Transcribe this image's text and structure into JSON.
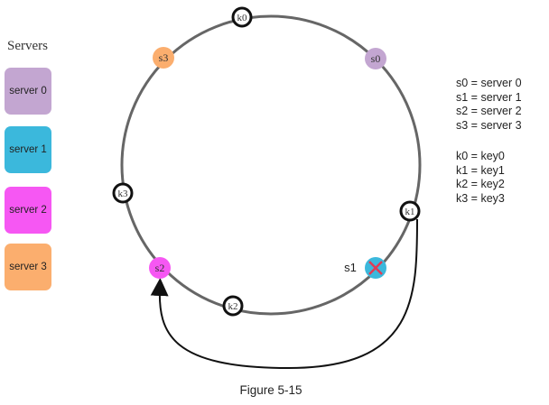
{
  "sidebar": {
    "title": "Servers",
    "servers": [
      {
        "label": "server 0",
        "color": "#c3a6d1"
      },
      {
        "label": "server 1",
        "color": "#3bb8dc"
      },
      {
        "label": "server 2",
        "color": "#f657f3"
      },
      {
        "label": "server 3",
        "color": "#fbae6e"
      }
    ]
  },
  "ring": {
    "servers": [
      {
        "id": "s0",
        "label": "s0",
        "color": "#c3a6d1"
      },
      {
        "id": "s1",
        "label": "s1",
        "color": "#3bb8dc",
        "removed": true,
        "removed_mark_color": "#e23b54"
      },
      {
        "id": "s2",
        "label": "s2",
        "color": "#f657f3"
      },
      {
        "id": "s3",
        "label": "s3",
        "color": "#fbae6e"
      }
    ],
    "keys": [
      {
        "id": "k0",
        "label": "k0"
      },
      {
        "id": "k1",
        "label": "k1"
      },
      {
        "id": "k2",
        "label": "k2"
      },
      {
        "id": "k3",
        "label": "k3"
      }
    ],
    "ring_color": "#666666"
  },
  "legend": {
    "servers": [
      "s0 = server 0",
      "s1 = server 1",
      "s2 = server 2",
      "s3 = server 3"
    ],
    "keys": [
      "k0 = key0",
      "k1 = key1",
      "k2 = key2",
      "k3 = key3"
    ]
  },
  "caption": "Figure 5-15"
}
